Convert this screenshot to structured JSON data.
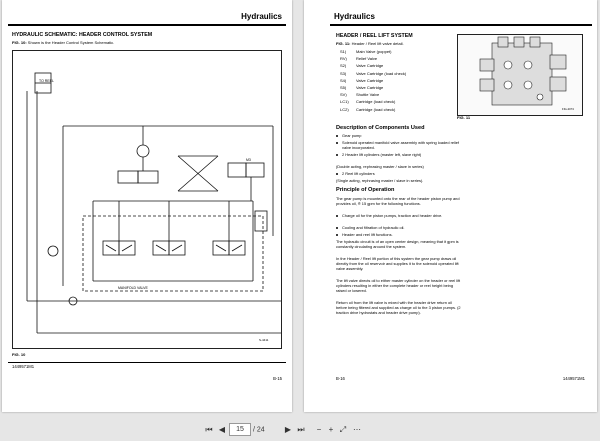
{
  "left_page": {
    "header": "Hydraulics",
    "title": "HYDRAULIC SCHEMATIC: HEADER CONTROL SYSTEM",
    "fig_ref_label": "FIG. 10:",
    "fig_ref_text": "Shown is the Header Control System Schematic.",
    "fig_caption": "FIG. 10",
    "footer_left": "1449571M1",
    "footer_right": "B-15",
    "schem_labels": {
      "tank": "TO REEL",
      "valve": "M3",
      "manifold": "MANIFOLD VALVE",
      "corner": "S-4411"
    }
  },
  "right_page": {
    "header": "Hydraulics",
    "title": "HEADER / REEL LIFT SYSTEM",
    "fig_ref_label": "FIG. 11:",
    "fig_ref_text": "Header / Reel lift valve detail.",
    "legend": [
      {
        "code": "S1)",
        "text": "Main Valve (poppet)"
      },
      {
        "code": "RV)",
        "text": "Relief Valve"
      },
      {
        "code": "S2)",
        "text": "Valve Cartridge"
      },
      {
        "code": "S3)",
        "text": "Valve Cartridge (load check)"
      },
      {
        "code": "S4)",
        "text": "Valve Cartridge"
      },
      {
        "code": "S5)",
        "text": "Valve Cartridge"
      },
      {
        "code": "SV)",
        "text": "Shuttle Valve"
      },
      {
        "code": "LC1)",
        "text": "Cartridge (load check)"
      },
      {
        "code": "LC2)",
        "text": "Cartridge (load check)"
      }
    ],
    "fig_caption": "FIG. 11",
    "photo_tag": "FIG-2074",
    "desc_title": "Description of Components Used",
    "components": [
      "Gear pump",
      "Solenoid operated manifold valve assembly with spring loaded relief valve incorporated.",
      "2 Header lift cylinders (master left, slave right)"
    ],
    "components_note1": "(Double acting, rephrasing master / slave in series)",
    "components2": [
      "2 Reel lift cylinders"
    ],
    "components_note2": "(Single acting, rephrasing master / slave in series).",
    "principle_title": "Principle of Operation",
    "principle_p1": "The gear pump is mounted onto the rear of the header piston pump and provides oil, ® 15 gpm for the following functions.",
    "functions": [
      "Charge oil for the piston pumps, traction and header drive.",
      "Cooling and filtration of hydraulic oil.",
      "Header and reel lift functions."
    ],
    "principle_p2": "The hydraulic circuit is of an open center design, meaning that it gpm is constantly circulating around the system.",
    "principle_p3": "In the Header / Reel lift portion of this system the gear pump draws oil directly from the oil reservoir and supplies it to the solenoid operated lift valve assembly.",
    "principle_p4": "The lift valve directs oil to either master cylinder on the header or reel lift cylinders resulting in either the complete header or reel height being raised or lowered.",
    "principle_p5": "Return oil from the lift valve is mixed with the header drive return oil before being filtered and supplied as charge oil to the 3 piston pumps. (2 traction drive hydrostats and header drive pump).",
    "footer_left": "B-16",
    "footer_right": "1449571M1"
  },
  "viewer": {
    "current_page": "15",
    "page_sep": "/ 24",
    "first": "⏮",
    "prev": "◀",
    "next": "▶",
    "last": "⏭"
  }
}
